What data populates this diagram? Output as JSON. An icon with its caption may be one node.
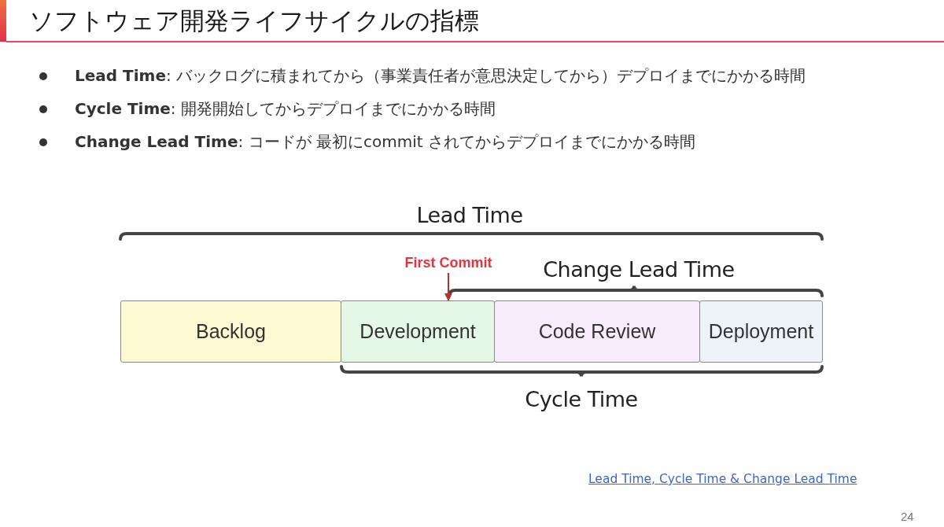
{
  "diagram": {
    "title": "ソフトウェア開発ライフサイクルの指標",
    "nodes": [
      {
        "text": [
          "Backlog"
        ]
      },
      {
        "text": [
          "Development"
        ]
      },
      {
        "text": [
          "Code Review"
        ]
      },
      {
        "text": [
          "Deployment"
        ]
      },
      {
        "text": [
          "First Commit"
        ]
      }
    ],
    "edges": [
      {
        "from": 4,
        "to": 1,
        "arrow": "to",
        "color": "#b8302e"
      }
    ],
    "labels": [
      "**Lead Time**: バックログに積まれてから（事業責任者が意思決定してから）デプロイまでにかかる時間",
      "**Cycle Time**: 開発開始してからデプロイまでにかかる時間",
      "**Change Lead Time**: コードが 最初にcommit されてからデプロイまでにかかる時間",
      "Lead Time",
      "Change Lead Time",
      "Cycle Time",
      "Lead Time, Cycle Time & Change Lead Time",
      "24"
    ]
  }
}
